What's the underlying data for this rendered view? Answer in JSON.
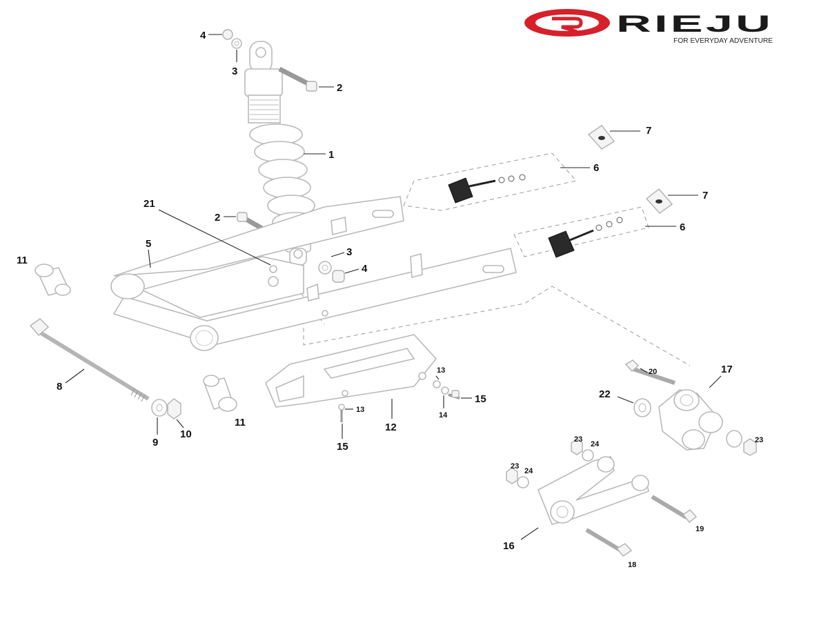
{
  "brand": {
    "name": "RIEJU",
    "tagline": "FOR EVERYDAY ADVENTURE",
    "color": "#d6202b"
  },
  "callouts": {
    "c1": "1",
    "c2": "2",
    "c3": "3",
    "c4": "4",
    "c5": "5",
    "c6": "6",
    "c7": "7",
    "c8": "8",
    "c9": "9",
    "c10": "10",
    "c11": "11",
    "c12": "12",
    "c13": "13",
    "c14": "14",
    "c15": "15",
    "c16": "16",
    "c17": "17",
    "c18": "18",
    "c19": "19",
    "c20": "20",
    "c21": "21",
    "c22": "22",
    "c23": "23",
    "c24": "24"
  }
}
